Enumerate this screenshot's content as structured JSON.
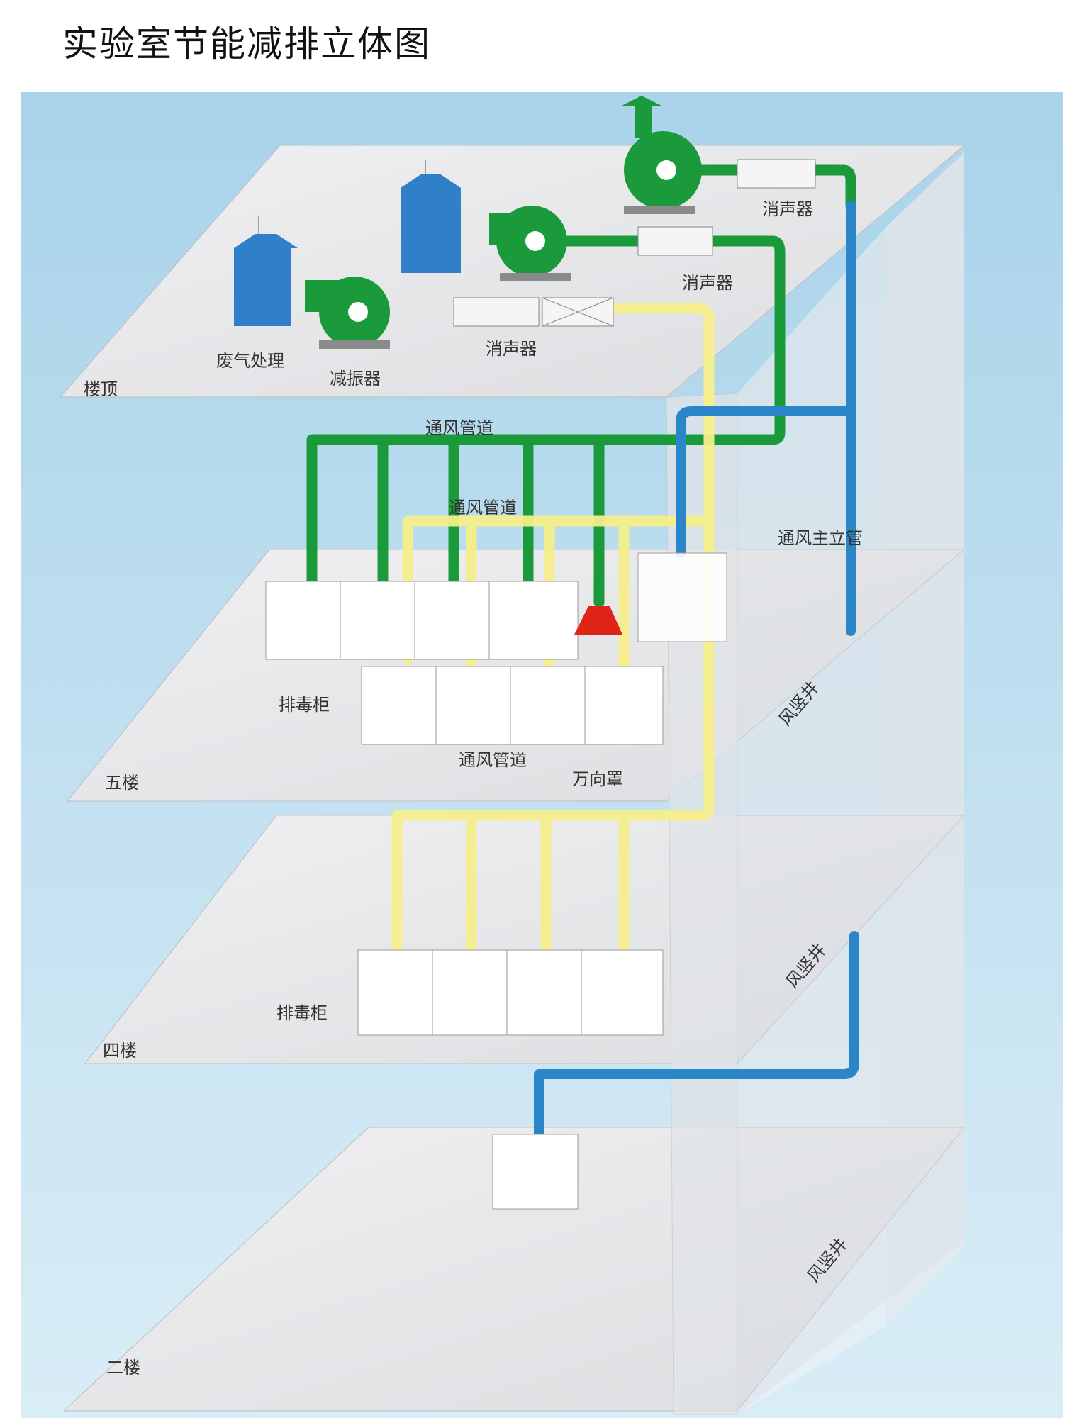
{
  "title": "实验室节能减排立体图",
  "colors": {
    "sky_top": "#a9d3ea",
    "sky_bottom": "#d6ebf5",
    "slab": "#e8e9ec",
    "pipe_green": "#1a9a3a",
    "pipe_yellow": "#f5ef8c",
    "pipe_blue": "#2a86c9",
    "scrubber": "#2f7fc9",
    "hood_red": "#e02418"
  },
  "labels": {
    "roof": "楼顶",
    "floor5": "五楼",
    "floor4": "四楼",
    "floor2": "二楼",
    "gas_treatment": "废气处理",
    "damper": "减振器",
    "silencer_1": "消声器",
    "silencer_2": "消声器",
    "silencer_3": "消声器",
    "duct_1": "通风管道",
    "duct_2": "通风管道",
    "duct_3": "通风管道",
    "main_riser": "通风主立管",
    "fume_hood_5": "排毒柜",
    "fume_hood_4": "排毒柜",
    "universal_hood": "万向罩",
    "shaft_1": "风竖井",
    "shaft_2": "风竖井",
    "shaft_3": "风竖井"
  }
}
